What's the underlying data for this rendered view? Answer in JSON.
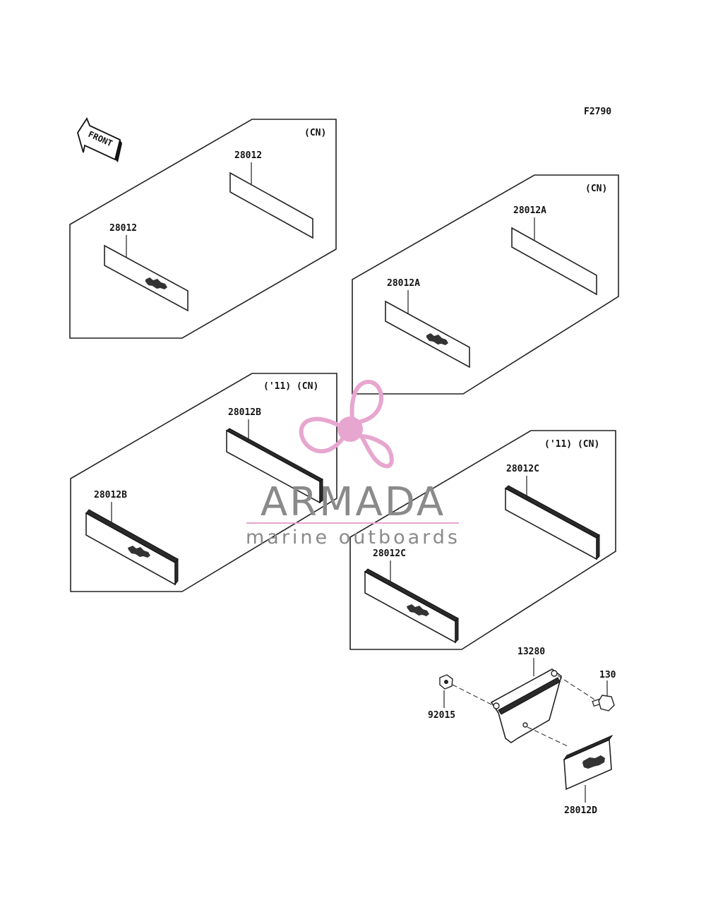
{
  "figure_code": "F2790",
  "front_label": "FRONT",
  "regions": [
    {
      "note": "(CN)",
      "labels": [
        "28012",
        "28012"
      ]
    },
    {
      "note": "(CN)",
      "labels": [
        "28012A",
        "28012A"
      ]
    },
    {
      "note": "('11) (CN)",
      "labels": [
        "28012B",
        "28012B"
      ]
    },
    {
      "note": "('11) (CN)",
      "labels": [
        "28012C",
        "28012C"
      ]
    }
  ],
  "bracket_parts": {
    "bracket": "13280",
    "bolt": "130",
    "nut": "92015",
    "reflector": "28012D"
  },
  "watermark": {
    "title": "ARMADA",
    "subtitle": "marine outboards",
    "accent_color": "#e7a6cf",
    "text_color": "#8a8a8a"
  }
}
